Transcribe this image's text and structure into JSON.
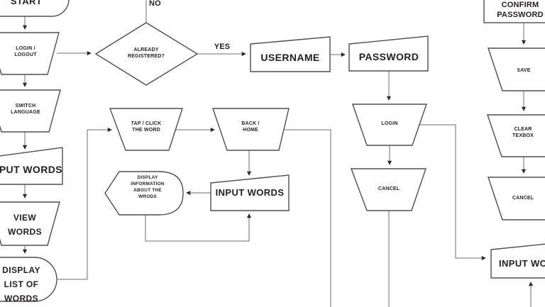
{
  "diagram_type": "flowchart",
  "edge_labels": {
    "no": "NO",
    "yes": "YES"
  },
  "nodes": {
    "start": {
      "label": "START",
      "shape": "terminator"
    },
    "login_logout": {
      "label": "LOGIN /\nLOGOUT",
      "shape": "trapezoid"
    },
    "switch_language": {
      "label": "SWITCH\nLANGUAGE",
      "shape": "trapezoid"
    },
    "input_words_left": {
      "label": "INPUT WORDS",
      "shape": "manual-input"
    },
    "view_words": {
      "label": "VIEW\nWORDS",
      "shape": "trapezoid"
    },
    "display_list_of_words": {
      "label": "DISPLAY\nLIST OF\nWORDS",
      "shape": "terminator"
    },
    "already_registered": {
      "label": "ALREADY\nREGISTERED?",
      "shape": "decision-diamond"
    },
    "username": {
      "label": "USERNAME",
      "shape": "manual-input"
    },
    "password": {
      "label": "PASSWORD",
      "shape": "manual-input"
    },
    "login": {
      "label": "LOGIN",
      "shape": "trapezoid"
    },
    "cancel_middle": {
      "label": "CANCEL",
      "shape": "trapezoid"
    },
    "tap_click_the_word": {
      "label": "TAP / CLICK\nTHE WORD",
      "shape": "trapezoid"
    },
    "back_home": {
      "label": "BACK /\nHOME",
      "shape": "trapezoid"
    },
    "display_information": {
      "label": "DISPLAY\nINFORMATION\nABOUT THE\nWRODS",
      "shape": "display"
    },
    "input_words_middle": {
      "label": "INPUT WORDS",
      "shape": "manual-input"
    },
    "confirm_password": {
      "label": "CONFIRM\nPASSWORD",
      "shape": "rectangle"
    },
    "save": {
      "label": "SAVE",
      "shape": "trapezoid"
    },
    "clear_texbox": {
      "label": "CLEAR\nTEXBOX",
      "shape": "trapezoid"
    },
    "cancel_right": {
      "label": "CANCEL",
      "shape": "trapezoid"
    },
    "input_words_bottom_right": {
      "label": "INPUT WORDS",
      "shape": "manual-input"
    }
  },
  "colors": {
    "background": "#ffffff",
    "shape_stroke": "#4d4e50",
    "connector_stroke": "#6d6e71",
    "arrowhead": "#2b2b2c",
    "text": "#231f20"
  }
}
